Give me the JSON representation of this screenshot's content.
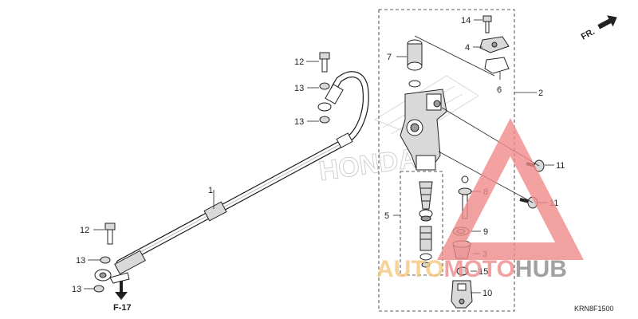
{
  "diagram": {
    "callouts": [
      {
        "id": "c1",
        "text": "1"
      },
      {
        "id": "c2",
        "text": "2"
      },
      {
        "id": "c3",
        "text": "3"
      },
      {
        "id": "c4",
        "text": "4"
      },
      {
        "id": "c5",
        "text": "5"
      },
      {
        "id": "c6",
        "text": "6"
      },
      {
        "id": "c7",
        "text": "7"
      },
      {
        "id": "c8",
        "text": "8"
      },
      {
        "id": "c9",
        "text": "9"
      },
      {
        "id": "c10",
        "text": "10"
      },
      {
        "id": "c11a",
        "text": "11"
      },
      {
        "id": "c11b",
        "text": "11"
      },
      {
        "id": "c12a",
        "text": "12"
      },
      {
        "id": "c12b",
        "text": "12"
      },
      {
        "id": "c13a",
        "text": "13"
      },
      {
        "id": "c13b",
        "text": "13"
      },
      {
        "id": "c13c",
        "text": "13"
      },
      {
        "id": "c13d",
        "text": "13"
      },
      {
        "id": "c14",
        "text": "14"
      },
      {
        "id": "c15",
        "text": "15"
      }
    ],
    "front_indicator": "FR.",
    "section_ref": "F-17",
    "drawing_code": "KRN8F1500",
    "background_brand": "HONDA"
  },
  "watermark": {
    "part1": "AUTO",
    "part2": "MOTO",
    "part3": "HUB",
    "colors": {
      "part1": "#f6c77c",
      "part2": "#f08a8a",
      "part3": "#8a8a8a",
      "triangle": "#f08a8a"
    }
  }
}
